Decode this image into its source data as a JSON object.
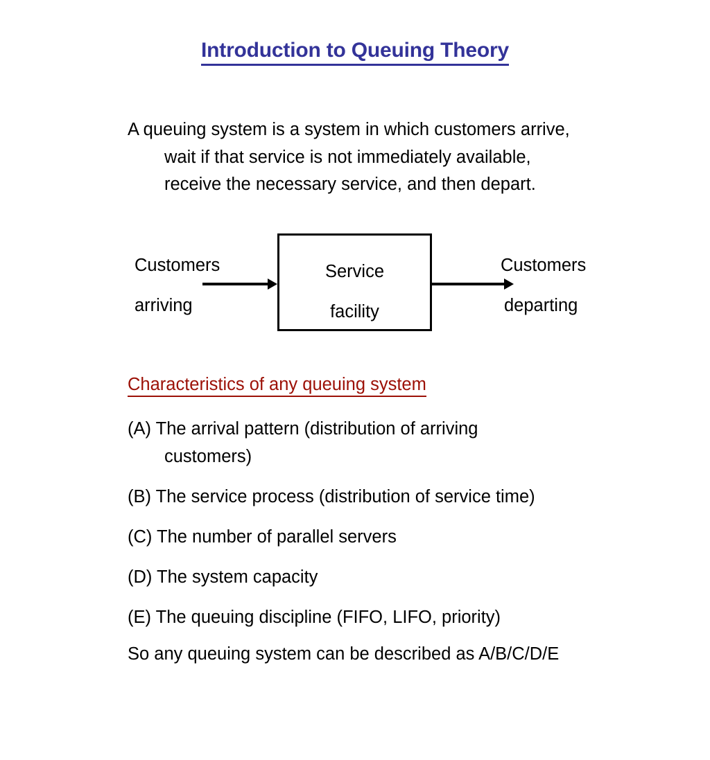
{
  "slide": {
    "title": "Introduction to Queuing Theory",
    "title_color": "#333399",
    "body_color": "#000000",
    "accent_color": "#9C1006",
    "background": "#ffffff"
  },
  "intro": {
    "line1": "A queuing system is a system in which customers arrive,",
    "line2": "wait if that service is not immediately available,",
    "line3": "receive the necessary service, and then depart."
  },
  "diagram": {
    "box_line1": "Service",
    "box_line2": "facility",
    "input_label_top": "Customers",
    "input_label_bottom": "arriving",
    "output_label_top": "Customers",
    "output_label_bottom": "departing",
    "arrow_in_name": "arrow-right-icon",
    "arrow_out_name": "arrow-right-icon"
  },
  "characteristics": {
    "heading": "Characteristics of any queuing system",
    "items": [
      {
        "label": "(A) The arrival pattern (distribution of arriving",
        "wrap": "customers)"
      },
      {
        "label": "(B) The service process (distribution of service time)",
        "wrap": ""
      },
      {
        "label": "(C) The number of parallel servers",
        "wrap": ""
      },
      {
        "label": "(D) The system capacity",
        "wrap": ""
      },
      {
        "label": "(E) The queuing discipline (FIFO, LIFO, priority)",
        "wrap": ""
      }
    ],
    "closing": "So any queuing system can be described as A/B/C/D/E"
  }
}
